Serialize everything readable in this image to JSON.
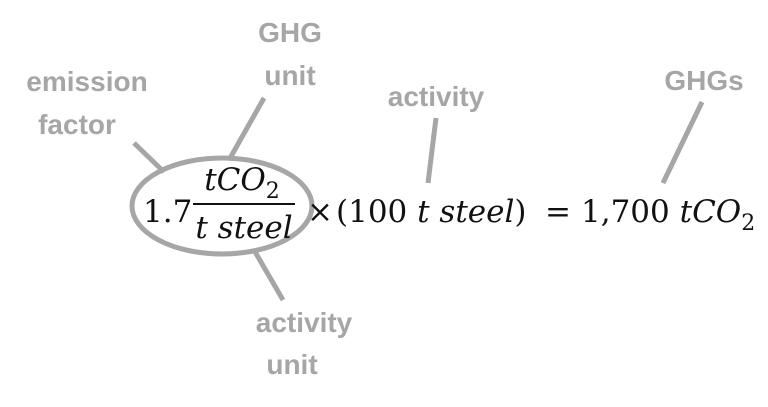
{
  "labels": {
    "emission_factor_line1": "emission",
    "emission_factor_line2": "factor",
    "ghg_unit_line1": "GHG",
    "ghg_unit_line2": "unit",
    "activity": "activity",
    "ghgs": "GHGs",
    "activity_unit_line1": "activity",
    "activity_unit_line2": "unit"
  },
  "equation": {
    "coefficient": "1.7",
    "numerator_main": "tCO",
    "numerator_sub": "2",
    "denominator": "t steel",
    "times": "×",
    "activity_open": "(100 ",
    "activity_italic": "t steel",
    "activity_close": ")",
    "equals": "=",
    "result_value": "1,700 ",
    "result_unit_main": "tCO",
    "result_unit_sub": "2"
  },
  "colors": {
    "label_gray": "#a6a6a6",
    "equation_black": "#111111"
  }
}
